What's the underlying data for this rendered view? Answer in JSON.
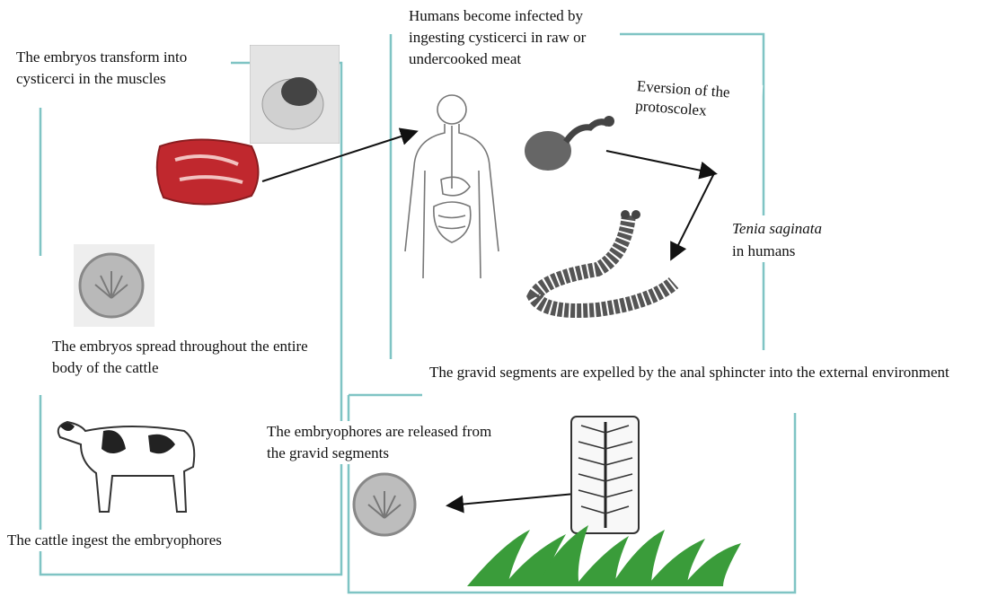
{
  "diagram": {
    "labels": {
      "embryos_transform": "The embryos transform into cysticerci in the muscles",
      "humans_infected": "Humans become infected by ingesting cysticerci in raw or undercooked meat",
      "eversion": "Eversion of the protoscolex",
      "tenia_name": "Tenia saginata",
      "tenia_suffix": "in humans",
      "embryos_spread": "The embryos spread throughout the entire body of the cattle",
      "gravid_expelled": "The gravid segments are expelled by the anal sphincter into the external environment",
      "embryophores_released": "The embryophores are released from the gravid segments",
      "cattle_ingest": "The cattle ingest the embryophores"
    },
    "colors": {
      "frame": "#7fc4c4",
      "arrow": "#111111",
      "meat": "#c0282e",
      "worm": "#555555",
      "grass": "#3a9c3a"
    }
  }
}
